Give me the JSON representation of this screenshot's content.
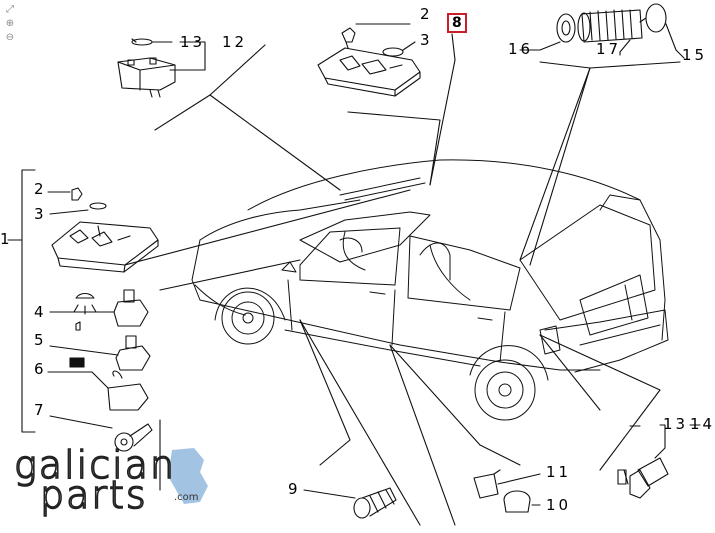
{
  "labels": {
    "l1": "1",
    "l2a": "2",
    "l2b": "2",
    "l3a": "3",
    "l3b": "3",
    "l4": "4",
    "l5": "5",
    "l6": "6",
    "l7": "7",
    "l8": "8",
    "l9": "9",
    "l10": "10",
    "l11": "11",
    "l12": "12",
    "l13a": "13",
    "l13b": "13",
    "l14": "14",
    "l15": "15",
    "l16": "16",
    "l17": "17"
  },
  "watermark": {
    "line1": "galician",
    "line2": "parts",
    "domain": ".com"
  },
  "toolbar": {
    "fit_icon": "⤢",
    "zoom_in_icon": "⊕",
    "zoom_out_icon": "⊖"
  },
  "colors": {
    "highlight_border": "#c8202a",
    "logo_accent": "#7aa9d6"
  }
}
